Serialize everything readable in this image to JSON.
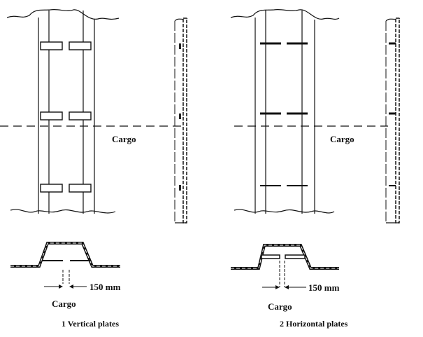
{
  "labels": {
    "cargo_left": "Cargo",
    "cargo_right": "Cargo",
    "dim_left": "150 mm",
    "dim_right": "150 mm",
    "cargo_section_left": "Cargo",
    "cargo_section_right": "Cargo",
    "caption_left": "1 Vertical plates",
    "caption_right": "2 Horizontal plates"
  }
}
